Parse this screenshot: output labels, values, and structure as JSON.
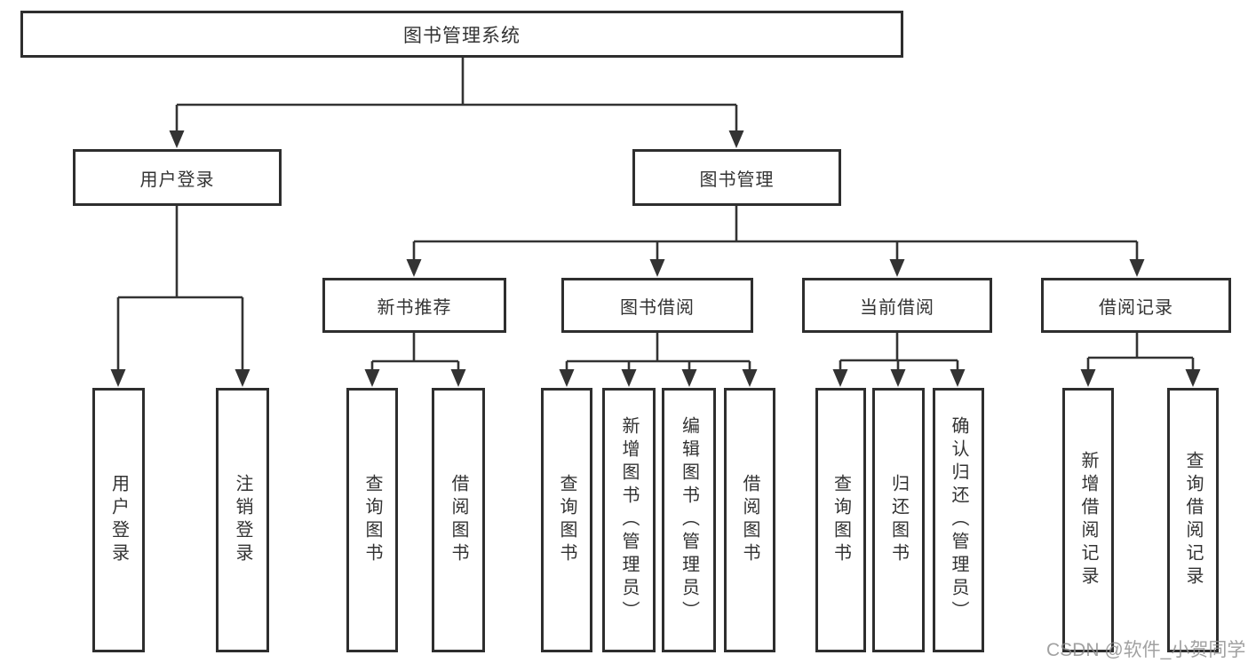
{
  "diagram": {
    "type": "tree",
    "background": "#ffffff",
    "line_color": "#333333",
    "box_border_color": "#2e2e2e",
    "text_color": "#333333",
    "watermark": {
      "text": "CSDN @软件_小贺同学",
      "color": "#8c8c8c"
    },
    "nodes": {
      "root": {
        "label": "图书管理系统"
      },
      "level2": [
        {
          "label": "用户登录"
        },
        {
          "label": "图书管理"
        }
      ],
      "level3": [
        {
          "label": "新书推荐"
        },
        {
          "label": "图书借阅"
        },
        {
          "label": "当前借阅"
        },
        {
          "label": "借阅记录"
        }
      ],
      "leaves": {
        "login": [
          "用户登录",
          "注销登录"
        ],
        "recommend": [
          "查询图书",
          "借阅图书"
        ],
        "borrow": [
          "查询图书",
          "新增图书（管理员）",
          "编辑图书（管理员）",
          "借阅图书"
        ],
        "current": [
          "查询图书",
          "归还图书",
          "确认归还（管理员）"
        ],
        "records": [
          "新增借阅记录",
          "查询借阅记录"
        ]
      }
    }
  }
}
